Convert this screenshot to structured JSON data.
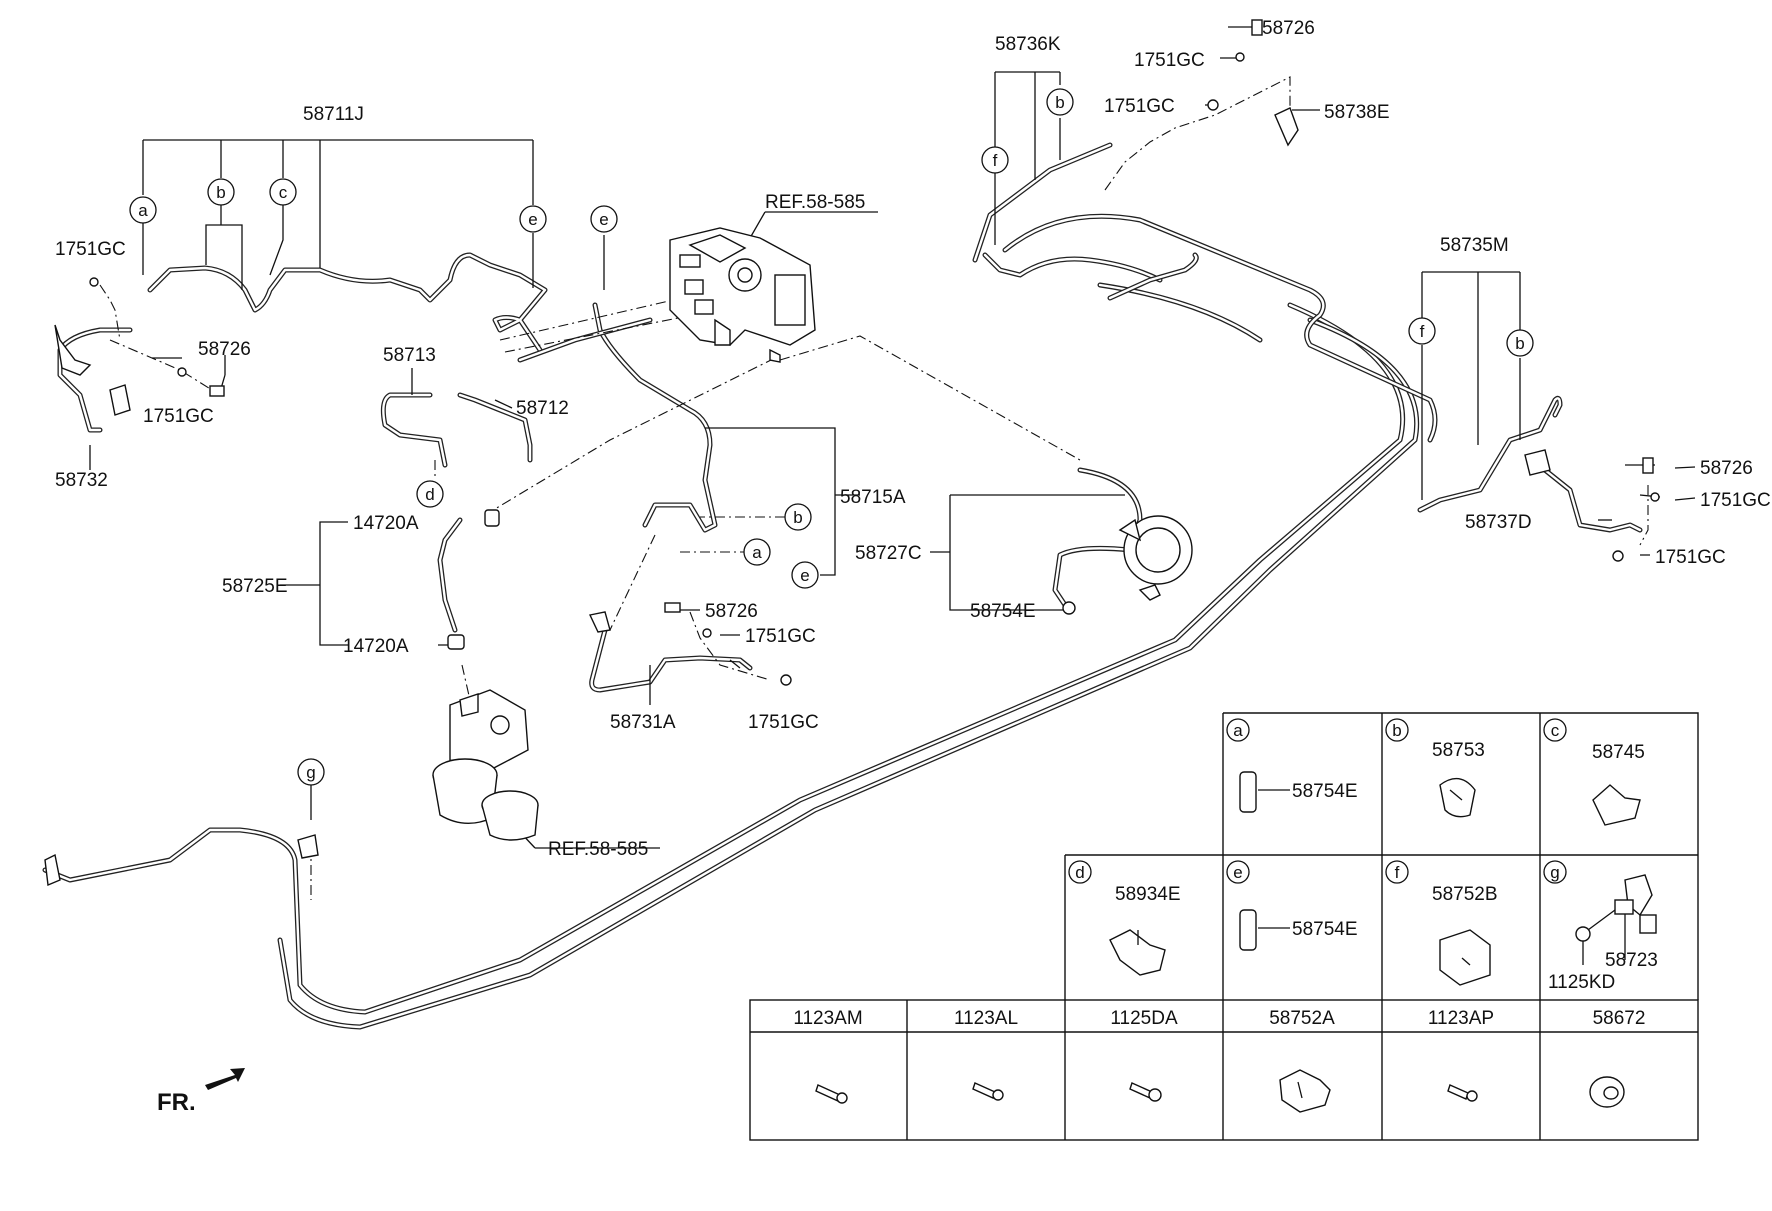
{
  "diagram": {
    "fr_label": "FR.",
    "callouts": {
      "c58711J": "58711J",
      "c1751GC_left": "1751GC",
      "c58726_left": "58726",
      "c1751GC_left2": "1751GC",
      "c58732": "58732",
      "c58713": "58713",
      "c58712": "58712",
      "cref_top": "REF.58-585",
      "c14720A_top": "14720A",
      "c58725E": "58725E",
      "c14720A_bot": "14720A",
      "cref_bot": "REF.58-585",
      "c58715A": "58715A",
      "c58727C": "58727C",
      "c58754E_mid": "58754E",
      "c58726_mid": "58726",
      "c1751GC_mid1": "1751GC",
      "c58731A": "58731A",
      "c1751GC_mid2": "1751GC",
      "c58736K": "58736K",
      "c58726_top": "58726",
      "c1751GC_top1": "1751GC",
      "c1751GC_top2": "1751GC",
      "c58738E": "58738E",
      "c58735M": "58735M",
      "c58726_right": "58726",
      "c1751GC_right1": "1751GC",
      "c58737D": "58737D",
      "c1751GC_right2": "1751GC"
    },
    "circle_letters": {
      "a": "a",
      "b": "b",
      "c": "c",
      "d": "d",
      "e": "e",
      "f": "f",
      "g": "g"
    }
  },
  "legend_table": {
    "cells": [
      {
        "letter": "a",
        "part": "58754E"
      },
      {
        "letter": "b",
        "part": "58753"
      },
      {
        "letter": "c",
        "part": "58745"
      },
      {
        "letter": "d",
        "part": "58934E"
      },
      {
        "letter": "e",
        "part": "58754E"
      },
      {
        "letter": "f",
        "part": "58752B"
      },
      {
        "letter": "g",
        "part": "58723",
        "part2": "1125KD"
      }
    ]
  },
  "fastener_table": {
    "headers": [
      "1123AM",
      "1123AL",
      "1125DA",
      "58752A",
      "1123AP",
      "58672"
    ]
  }
}
